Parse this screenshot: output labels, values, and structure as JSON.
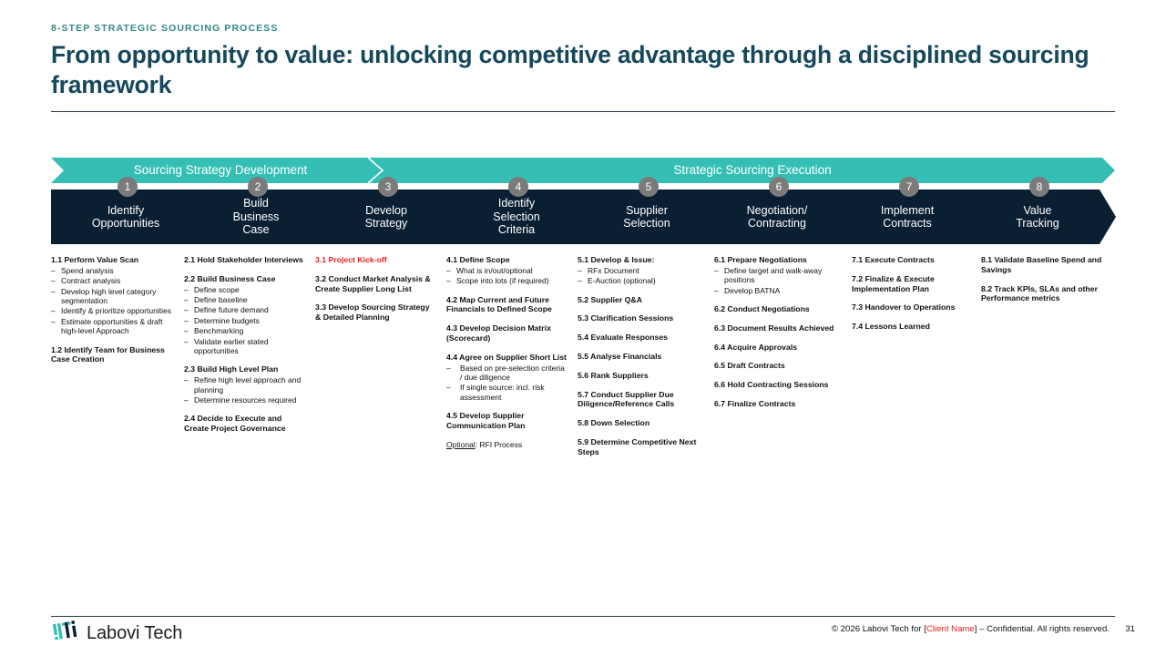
{
  "header": {
    "eyebrow": "8-STEP STRATEGIC SOURCING PROCESS",
    "title": "From opportunity to value: unlocking competitive advantage through a disciplined sourcing framework"
  },
  "banner": {
    "left_label": "Sourcing Strategy Development",
    "right_label": "Strategic Sourcing Execution",
    "color": "#35bfb4"
  },
  "steps": [
    {
      "number": "1",
      "label": "Identify\nOpportunities"
    },
    {
      "number": "2",
      "label": "Build\nBusiness\nCase"
    },
    {
      "number": "3",
      "label": "Develop\nStrategy"
    },
    {
      "number": "4",
      "label": "Identify\nSelection\nCriteria"
    },
    {
      "number": "5",
      "label": "Supplier\nSelection"
    },
    {
      "number": "6",
      "label": "Negotiation/\nContracting"
    },
    {
      "number": "7",
      "label": "Implement\nContracts"
    },
    {
      "number": "8",
      "label": "Value\nTracking"
    }
  ],
  "columns": [
    {
      "items": [
        {
          "head": "1.1 Perform Value Scan",
          "bullets": [
            "Spend analysis",
            "Contract analysis",
            "Develop high level category segmentation",
            "Identify & prioritize opportunities",
            "Estimate opportunities & draft high-level Approach"
          ]
        },
        {
          "head": "1.2 Identify Team for Business Case Creation",
          "bullets": []
        }
      ]
    },
    {
      "items": [
        {
          "head": "2.1 Hold Stakeholder Interviews",
          "bullets": []
        },
        {
          "head": "2.2 Build Business Case",
          "bullets": [
            "Define scope",
            "Define baseline",
            "Define future demand",
            "Determine budgets",
            "Benchmarking",
            "Validate earlier stated opportunities"
          ]
        },
        {
          "head": "2.3 Build High Level Plan",
          "bullets": [
            "Refine high level approach and planning",
            "Determine resources required"
          ]
        },
        {
          "head": "2.4 Decide to Execute and Create Project Governance",
          "bullets": []
        }
      ]
    },
    {
      "items": [
        {
          "head": "3.1 Project Kick-off",
          "bullets": [],
          "accent": true
        },
        {
          "head": "3.2 Conduct Market Analysis & Create Supplier Long List",
          "bullets": []
        },
        {
          "head": "3.3 Develop Sourcing Strategy & Detailed Planning",
          "bullets": []
        }
      ]
    },
    {
      "items": [
        {
          "head": "4.1 Define Scope",
          "bullets": [
            "What is in/out/optional",
            "Scope into lots (if required)"
          ]
        },
        {
          "head": "4.2 Map Current and Future Financials to Defined Scope",
          "bullets": []
        },
        {
          "head": "4.3 Develop Decision Matrix (Scorecard)",
          "bullets": []
        },
        {
          "head": "4.4 Agree on Supplier Short List",
          "wide_bullets": true,
          "bullets": [
            "Based on pre-selection criteria / due diligence",
            "If single source: incl. risk assessment"
          ]
        },
        {
          "head": "4.5 Develop Supplier Communication Plan",
          "bullets": []
        },
        {
          "note_label": "Optional",
          "note_text": ": RFI Process"
        }
      ]
    },
    {
      "items": [
        {
          "head": "5.1 Develop & Issue:",
          "bullets": [
            "RFx Document",
            "E-Auction (optional)"
          ]
        },
        {
          "head": "5.2 Supplier Q&A",
          "bullets": []
        },
        {
          "head": "5.3 Clarification Sessions",
          "bullets": []
        },
        {
          "head": "5.4 Evaluate Responses",
          "bullets": []
        },
        {
          "head": "5.5 Analyse Financials",
          "bullets": []
        },
        {
          "head": "5.6 Rank Suppliers",
          "bullets": []
        },
        {
          "head": "5.7 Conduct Supplier Due Diligence/Reference Calls",
          "bullets": []
        },
        {
          "head": "5.8 Down Selection",
          "bullets": []
        },
        {
          "head": "5.9 Determine Competitive Next Steps",
          "bullets": []
        }
      ]
    },
    {
      "items": [
        {
          "head": "6.1 Prepare Negotiations",
          "bullets": [
            "Define target and walk-away positions",
            "Develop BATNA"
          ]
        },
        {
          "head": "6.2 Conduct Negotiations",
          "bullets": []
        },
        {
          "head": "6.3 Document Results Achieved",
          "bullets": []
        },
        {
          "head": "6.4 Acquire Approvals",
          "bullets": []
        },
        {
          "head": "6.5 Draft Contracts",
          "bullets": []
        },
        {
          "head": "6.6 Hold Contracting Sessions",
          "bullets": []
        },
        {
          "head": "6.7 Finalize Contracts",
          "bullets": []
        }
      ]
    },
    {
      "items": [
        {
          "head": "7.1 Execute Contracts",
          "bullets": []
        },
        {
          "head": "7.2 Finalize & Execute Implementation Plan",
          "bullets": []
        },
        {
          "head": "7.3 Handover to Operations",
          "bullets": []
        },
        {
          "head": "7.4 Lessons Learned",
          "bullets": []
        }
      ]
    },
    {
      "items": [
        {
          "head": "8.1 Validate Baseline Spend and Savings",
          "bullets": []
        },
        {
          "head": "8.2 Track KPIs, SLAs and other Performance metrics",
          "bullets": []
        }
      ]
    }
  ],
  "footer": {
    "logo_text": "Labovi Tech",
    "copyright_prefix": "© 2026 Labovi Tech for [",
    "client_placeholder": "Client Name",
    "copyright_suffix": "] – Confidential. All rights reserved.",
    "page_number": "31"
  }
}
